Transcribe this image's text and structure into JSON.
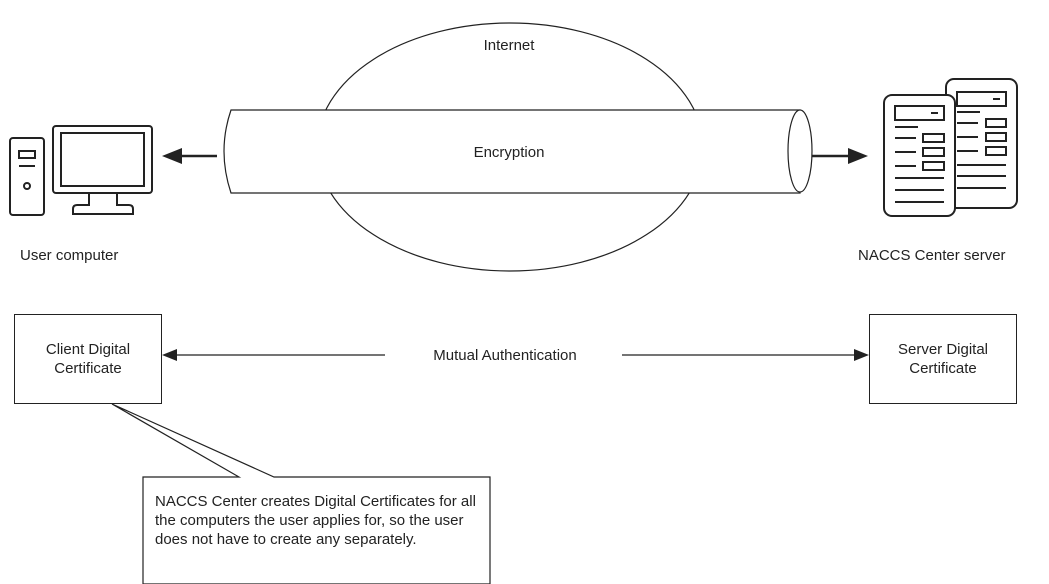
{
  "internet": {
    "label": "Internet"
  },
  "tunnel": {
    "label": "Encryption"
  },
  "user_computer": {
    "label": "User computer"
  },
  "server": {
    "label": "NACCS Center server"
  },
  "auth": {
    "label": "Mutual Authentication"
  },
  "client_cert": {
    "label": "Client Digital Certificate"
  },
  "server_cert": {
    "label": "Server Digital Certificate"
  },
  "callout": {
    "text": "NACCS Center creates Digital Certificates for all the computers the user applies for, so the user does not have to create any separately."
  },
  "icons": {
    "computer": "desktop-computer-icon",
    "server": "server-icon"
  },
  "colors": {
    "line": "#222222",
    "background": "#ffffff"
  }
}
